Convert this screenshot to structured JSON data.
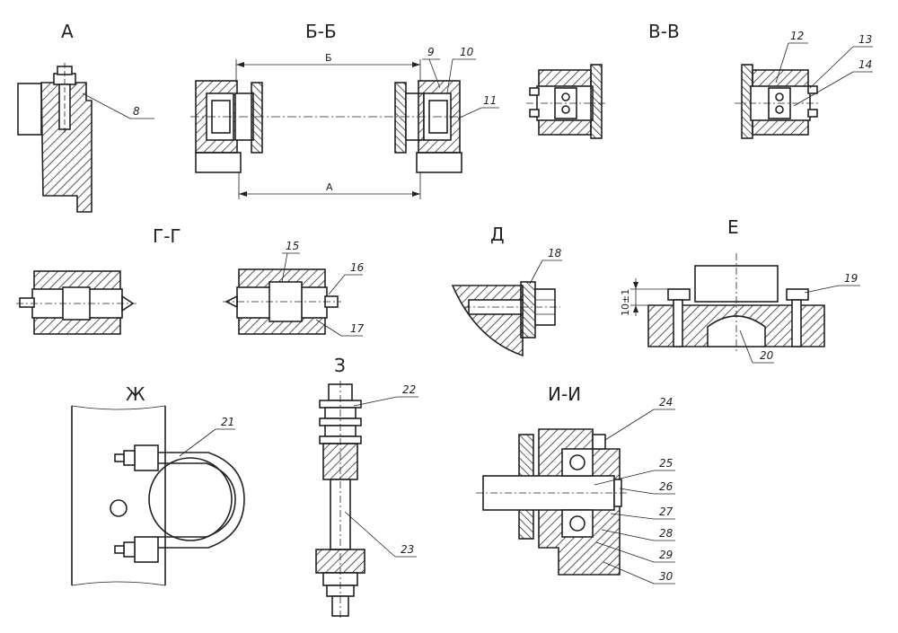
{
  "views": {
    "a": "А",
    "bb": "Б-Б",
    "vv": "В-В",
    "gg": "Г-Г",
    "d": "Д",
    "e": "Е",
    "zh": "Ж",
    "z": "З",
    "ii": "И-И"
  },
  "dimensions": {
    "b": "Б",
    "a": "А",
    "gap": "10±1"
  },
  "callouts": {
    "c8": "8",
    "c9": "9",
    "c10": "10",
    "c11": "11",
    "c12": "12",
    "c13": "13",
    "c14": "14",
    "c15": "15",
    "c16": "16",
    "c17": "17",
    "c18": "18",
    "c19": "19",
    "c20": "20",
    "c21": "21",
    "c22": "22",
    "c23": "23",
    "c24": "24",
    "c25": "25",
    "c26": "26",
    "c27": "27",
    "c28": "28",
    "c29": "29",
    "c30": "30"
  },
  "colors": {
    "line": "#222222",
    "background": "#ffffff"
  }
}
